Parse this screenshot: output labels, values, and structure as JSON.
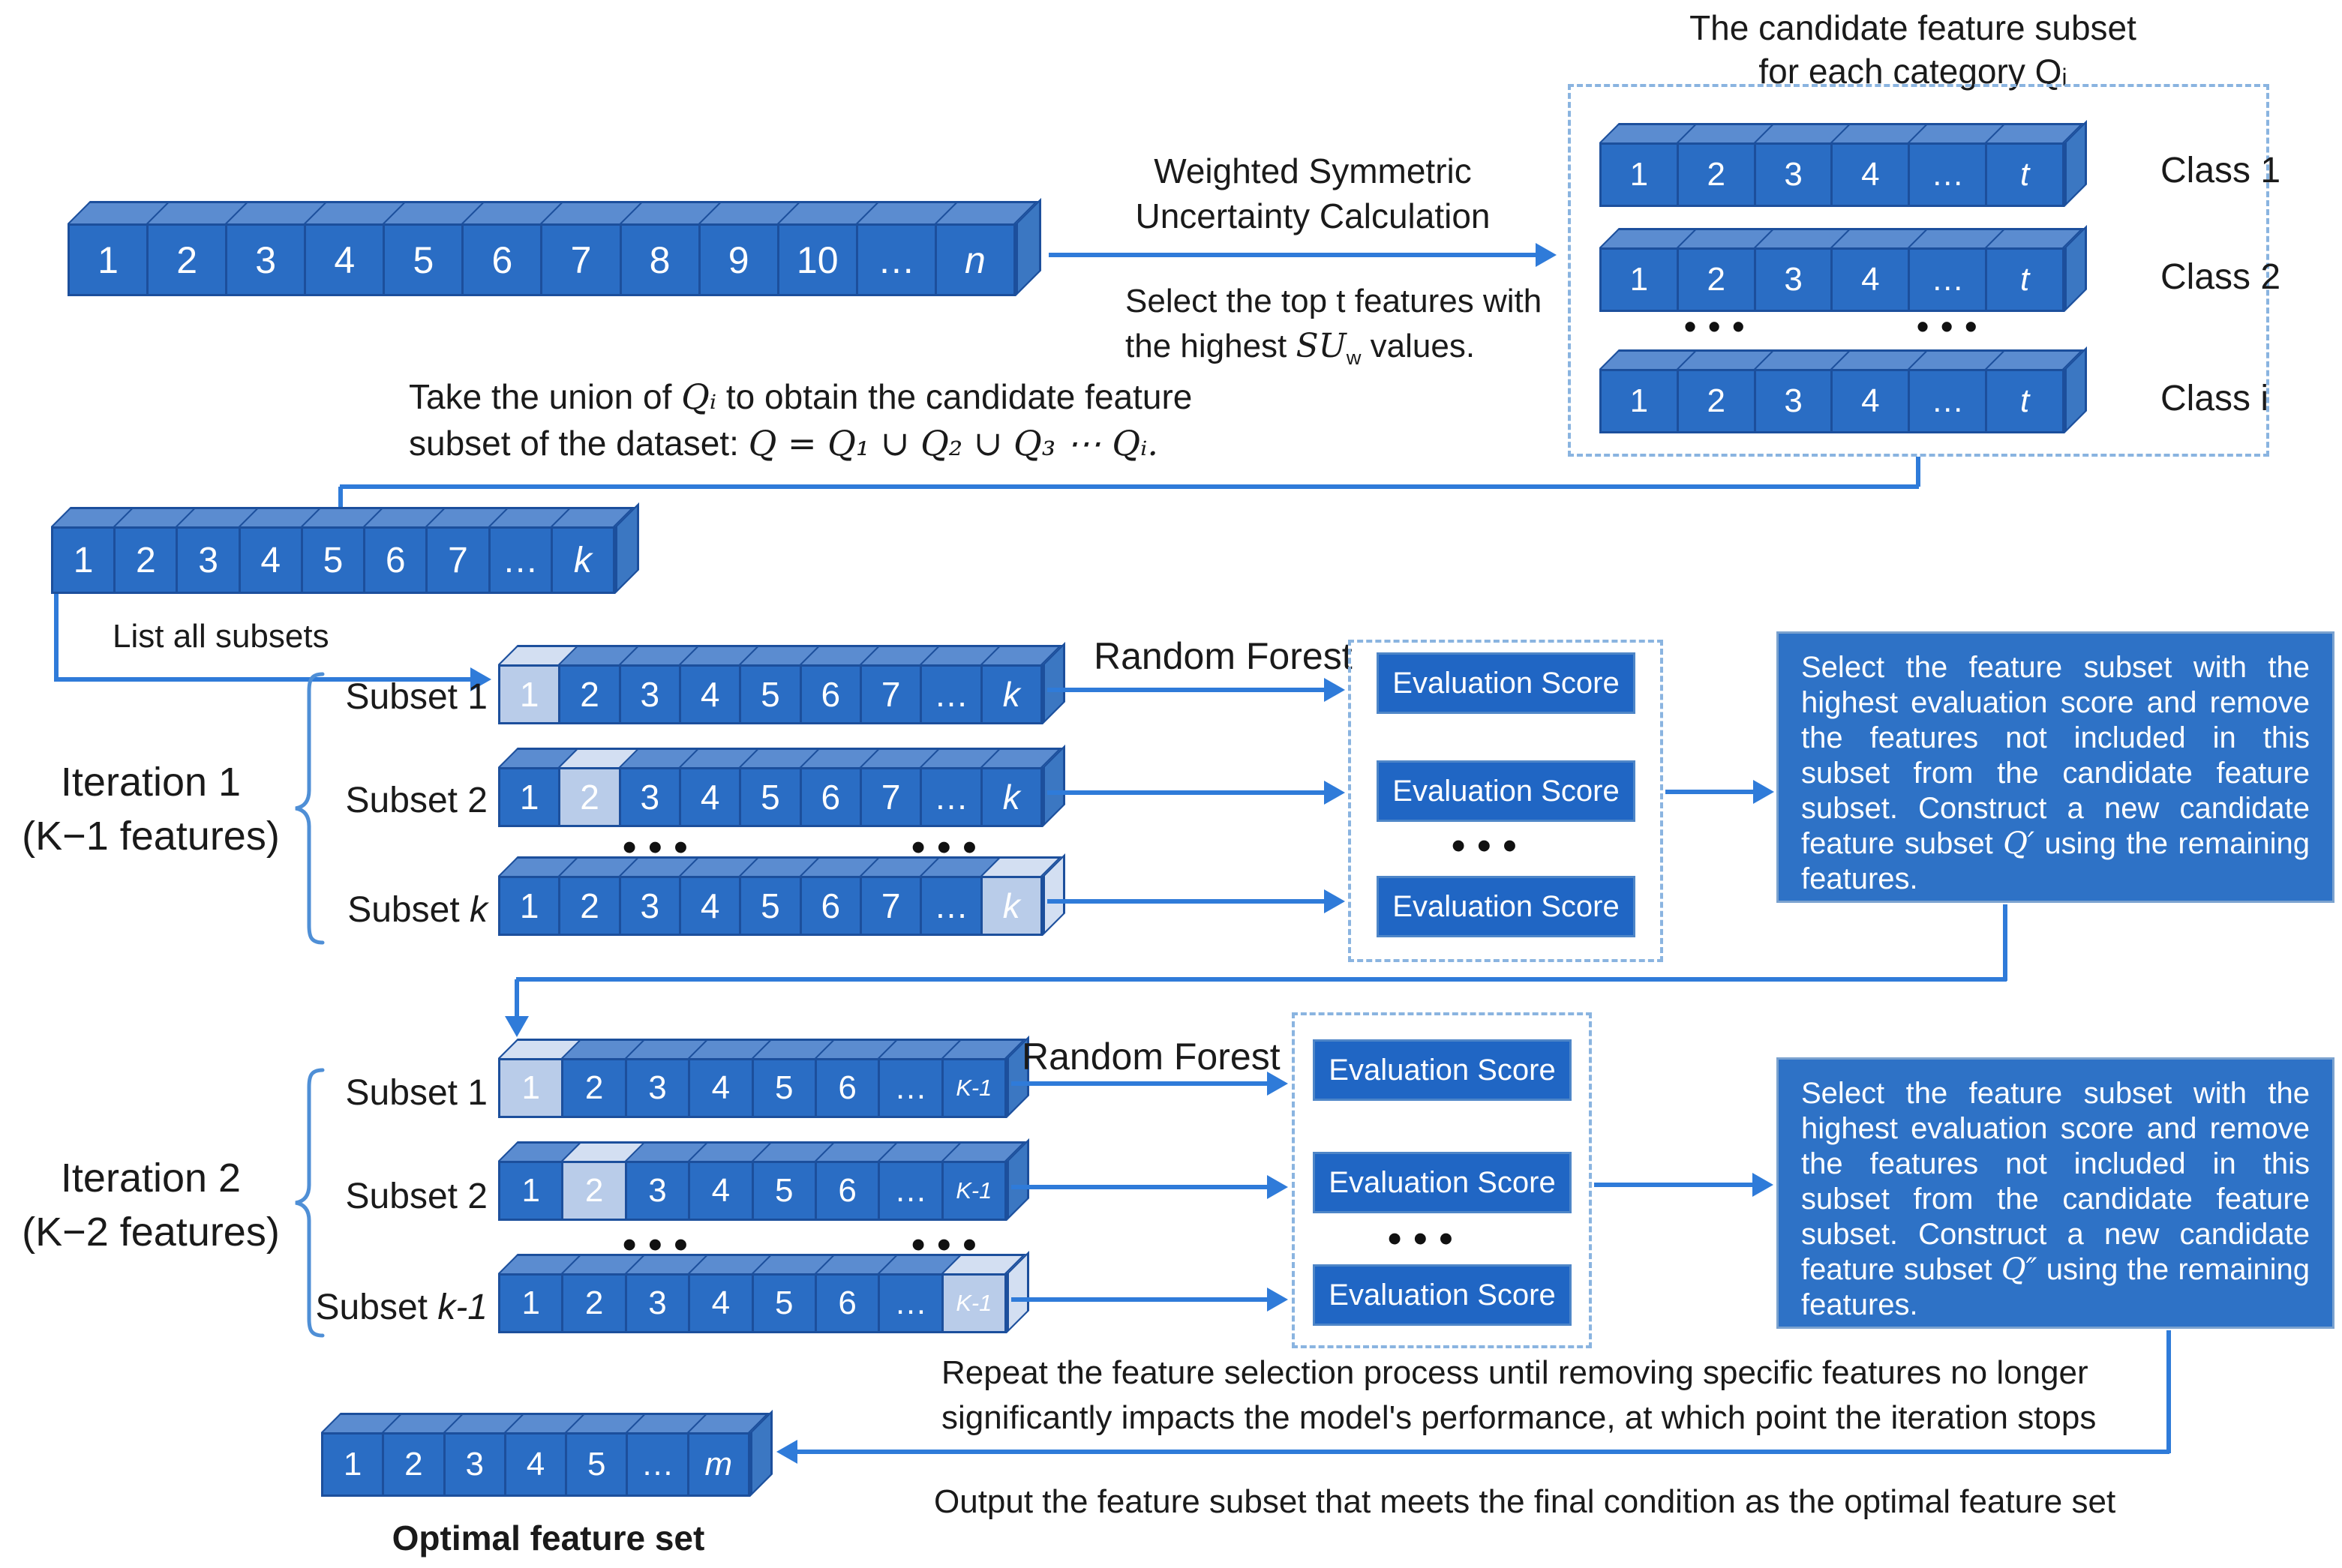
{
  "colors": {
    "cell_front": "#2a6dc4",
    "cell_top": "#5b8cd0",
    "cell_side": "#3b77c2",
    "cell_edge": "#1c4f9c",
    "highlight_front": "#b9cce9",
    "highlight_top": "#d3dff2",
    "arrow": "#2f7bd9",
    "eval_box": "#2066c4",
    "eval_border": "#4e86c8",
    "big_box": "#2e72c6",
    "big_box_border": "#7ba2cf",
    "dashed_border": "#8ab4e0",
    "brace": "#4f8fd6",
    "text": "#1a1a1a"
  },
  "bars": {
    "bar_n": {
      "cells": [
        "1",
        "2",
        "3",
        "4",
        "5",
        "6",
        "7",
        "8",
        "9",
        "10",
        "…",
        "n"
      ],
      "highlight": -1
    },
    "bar_k": {
      "cells": [
        "1",
        "2",
        "3",
        "4",
        "5",
        "6",
        "7",
        "…",
        "k"
      ],
      "highlight": -1
    },
    "it1_s1": {
      "cells": [
        "1",
        "2",
        "3",
        "4",
        "5",
        "6",
        "7",
        "…",
        "k"
      ],
      "highlight": 0
    },
    "it1_s2": {
      "cells": [
        "1",
        "2",
        "3",
        "4",
        "5",
        "6",
        "7",
        "…",
        "k"
      ],
      "highlight": 1
    },
    "it1_sk": {
      "cells": [
        "1",
        "2",
        "3",
        "4",
        "5",
        "6",
        "7",
        "…",
        "k"
      ],
      "highlight": 8
    },
    "it2_s1": {
      "cells": [
        "1",
        "2",
        "3",
        "4",
        "5",
        "6",
        "…",
        "K-1"
      ],
      "highlight": 0
    },
    "it2_s2": {
      "cells": [
        "1",
        "2",
        "3",
        "4",
        "5",
        "6",
        "…",
        "K-1"
      ],
      "highlight": 1
    },
    "it2_sk": {
      "cells": [
        "1",
        "2",
        "3",
        "4",
        "5",
        "6",
        "…",
        "K-1"
      ],
      "highlight": 7
    },
    "class_1": {
      "cells": [
        "1",
        "2",
        "3",
        "4",
        "…",
        "t"
      ],
      "highlight": -1
    },
    "class_2": {
      "cells": [
        "1",
        "2",
        "3",
        "4",
        "…",
        "t"
      ],
      "highlight": -1
    },
    "class_i": {
      "cells": [
        "1",
        "2",
        "3",
        "4",
        "…",
        "t"
      ],
      "highlight": -1
    },
    "optimal": {
      "cells": [
        "1",
        "2",
        "3",
        "4",
        "5",
        "…",
        "m"
      ],
      "highlight": -1
    }
  },
  "top_section": {
    "wsu_line1": "Weighted Symmetric",
    "wsu_line2": "Uncertainty Calculation",
    "select_line1": "Select the top t features with",
    "select_line2_pre": "the highest ",
    "select_line2_math": "SU",
    "select_line2_sub": "w",
    "select_line2_post": " values.",
    "candidate_title_line1": "The candidate feature subset",
    "candidate_title_line2": "for each category Qᵢ",
    "class_labels": [
      "Class 1",
      "Class 2",
      "Class i"
    ]
  },
  "union_note": {
    "line1_pre": "Take the union of ",
    "line1_math": "Qᵢ",
    "line1_post": " to obtain the candidate feature",
    "line2_pre": "subset of the dataset: ",
    "line2_math": "Q = Q₁ ∪ Q₂ ∪ Q₃ ⋯ Qᵢ."
  },
  "list_all_subsets": "List all subsets",
  "iteration1": {
    "title": "Iteration 1",
    "subtitle": "(K−1 features)",
    "subset_labels": [
      {
        "pre": "Subset 1",
        "math": ""
      },
      {
        "pre": "Subset 2",
        "math": ""
      },
      {
        "pre": "Subset ",
        "math": "k"
      }
    ]
  },
  "iteration2": {
    "title": "Iteration 2",
    "subtitle": "(K−2 features)",
    "subset_labels": [
      {
        "pre": "Subset 1",
        "math": ""
      },
      {
        "pre": "Subset 2",
        "math": ""
      },
      {
        "pre": "Subset ",
        "math": "k-1"
      }
    ]
  },
  "random_forest": "Random Forest",
  "evaluation_score": "Evaluation Score",
  "dots": "•••",
  "result_box1": {
    "pre": "Select the feature subset with the highest evaluation score and remove the features not included in this subset from the candidate feature subset. Construct a new candidate feature subset ",
    "math": "Q′",
    "post": " using the remaining features."
  },
  "result_box2": {
    "pre": "Select the feature subset with the highest evaluation score and remove the features not included in this subset from the candidate feature subset. Construct a new candidate feature subset ",
    "math": "Q″",
    "post": " using the remaining features."
  },
  "bottom": {
    "repeat_line1": "Repeat the feature selection process until removing specific features no longer",
    "repeat_line2": "significantly impacts the model's performance, at which point the iteration stops",
    "output_line": "Output the feature subset that meets the final condition as the optimal feature set",
    "optimal_label": "Optimal feature set"
  }
}
